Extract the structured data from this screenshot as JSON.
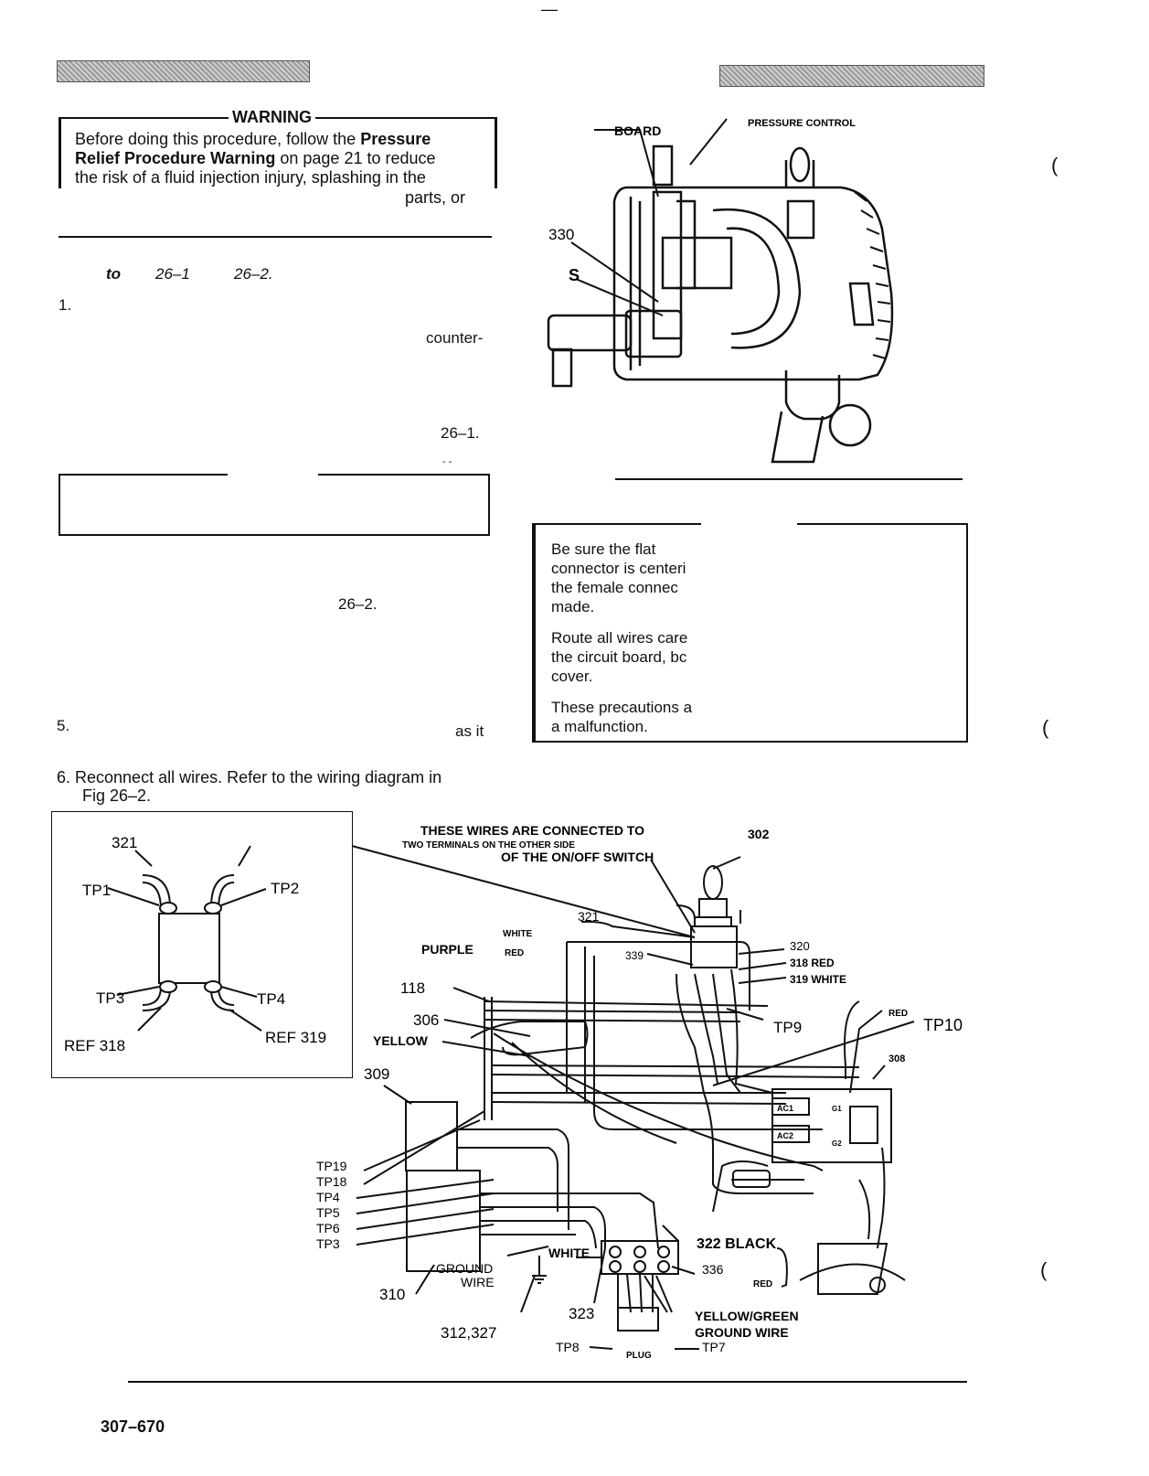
{
  "top_mark": "—",
  "warning": {
    "heading": "WARNING",
    "line1_pre": "Before doing this procedure, follow the ",
    "line1_bold": "Pressure",
    "line2_bold": "Relief Procedure Warning",
    "line2_post": " on page 21 to reduce",
    "line3": "the risk of a fluid injection injury, splashing in the",
    "line4": "parts, or"
  },
  "left_fragments": {
    "to": "to",
    "fig1": "26–1",
    "fig2": "26–2.",
    "step1": "1.",
    "counter": "counter-",
    "fig1b": "26–1.",
    "dash": "- -",
    "fig2b": "26–2.",
    "step5": "5.",
    "asit": "as it"
  },
  "step6": {
    "line1": "6.  Reconnect all wires. Refer to the wiring diagram in",
    "line2": "Fig 26–2."
  },
  "top_figure": {
    "board": "BOARD",
    "pressure_control": "PRESSURE CONTROL",
    "ref330": "330",
    "refS": "S"
  },
  "caution": {
    "p1": [
      "Be sure the flat",
      "connector is centeri",
      "the female connec",
      "made."
    ],
    "p2": [
      "Route all wires care",
      "the circuit board, bc",
      "cover."
    ],
    "p3": [
      "These precautions a",
      "a malfunction."
    ]
  },
  "inset": {
    "ref321": "321",
    "tp1": "TP1",
    "tp2": "TP2",
    "tp3": "TP3",
    "tp4": "TP4",
    "ref318": "REF 318",
    "ref319": "REF 319"
  },
  "wiring": {
    "note1": "THESE WIRES ARE CONNECTED TO",
    "note2": "TWO TERMINALS ON THE OTHER SIDE",
    "note3": "OF THE ON/OFF SWITCH",
    "ref302": "302",
    "ref321": "321",
    "white": "WHITE",
    "red": "RED",
    "purple": "PURPLE",
    "ref339": "339",
    "ref320": "320",
    "ref318": "318 RED",
    "ref319": "319 WHITE",
    "ref118": "118",
    "ref306": "306",
    "yellow": "YELLOW",
    "tp9": "TP9",
    "red2": "RED",
    "tp10": "TP10",
    "ref308": "308",
    "ref309": "309",
    "act": "AC1",
    "ac2": "AC2",
    "g1": "G1",
    "g2": "G2",
    "tp19": "TP19",
    "tp18": "TP18",
    "tp4": "TP4",
    "tp5": "TP5",
    "tp6": "TP6",
    "tp3": "TP3",
    "white2": "WHITE",
    "ref322": "322 BLACK",
    "ground1": "GROUND",
    "ground2": "WIRE",
    "ref336": "336",
    "red3": "RED",
    "ref310": "310",
    "ref323": "323",
    "ref312": "312,327",
    "yg1": "YELLOW/GREEN",
    "yg2": "GROUND WIRE",
    "tp8": "TP8",
    "plug": "PLUG",
    "tp7": "TP7"
  },
  "margin_marks": [
    "(",
    "(",
    "("
  ],
  "footer": {
    "page_number": "307–670"
  }
}
